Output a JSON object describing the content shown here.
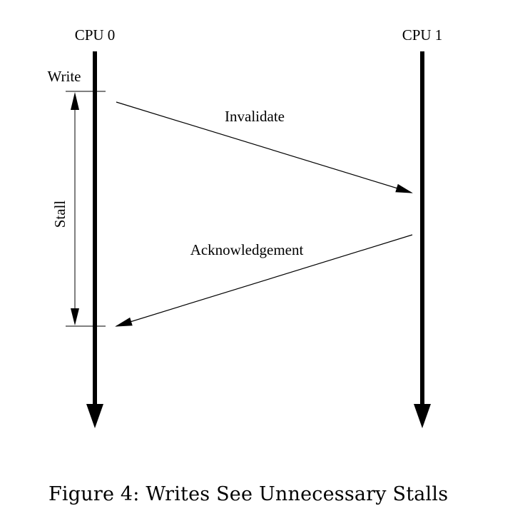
{
  "timelines": {
    "cpu0": "CPU 0",
    "cpu1": "CPU 1"
  },
  "events": {
    "write": "Write",
    "stall": "Stall"
  },
  "messages": {
    "invalidate": "Invalidate",
    "acknowledgement": "Acknowledgement"
  },
  "caption": "Figure 4: Writes See Unnecessary Stalls",
  "colors": {
    "ink": "#000000",
    "background": "#ffffff"
  }
}
